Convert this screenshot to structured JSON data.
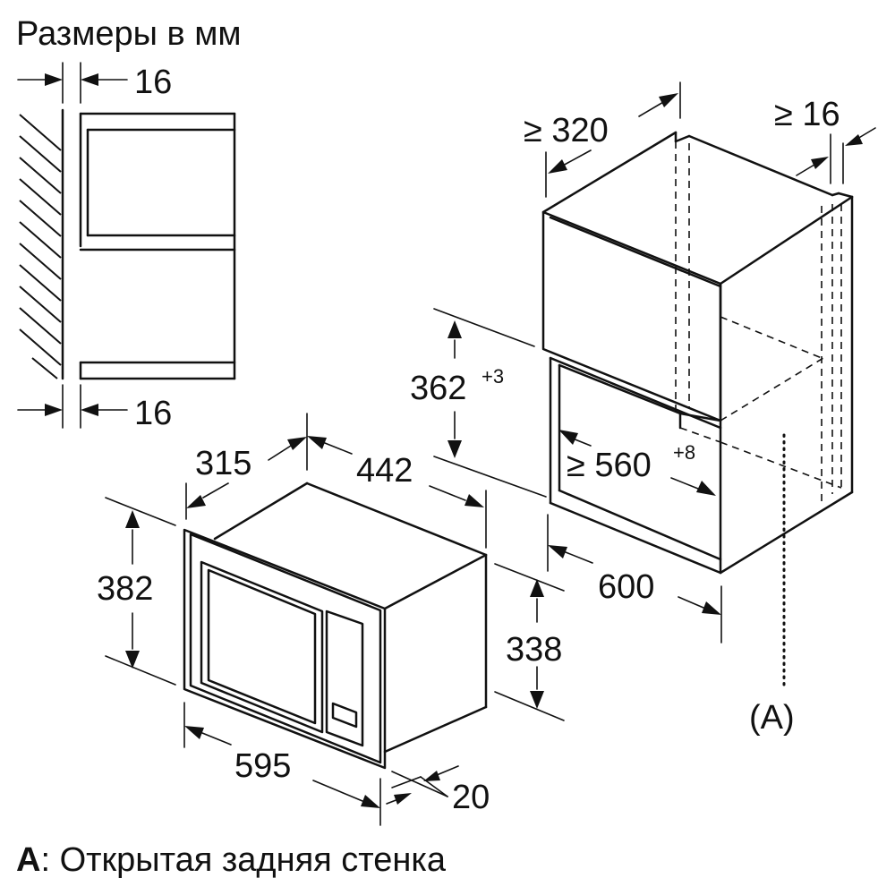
{
  "title": "Размеры в мм",
  "labels": {
    "top_gap": "16",
    "bottom_gap": "16",
    "cab_depth": "≥ 320",
    "cab_side": "≥ 16",
    "niche_height": "362",
    "niche_height_tol": "+3",
    "niche_width": "≥ 560",
    "niche_width_tol": "+8",
    "cab_width": "600",
    "marker": "(A)",
    "dev_depth": "315",
    "dev_width_body": "442",
    "dev_height_frame": "382",
    "dev_height_body": "338",
    "dev_width_frame": "595",
    "frame_depth": "20"
  },
  "footnote": {
    "key": "A",
    "text": ": Открытая задняя стенка"
  }
}
